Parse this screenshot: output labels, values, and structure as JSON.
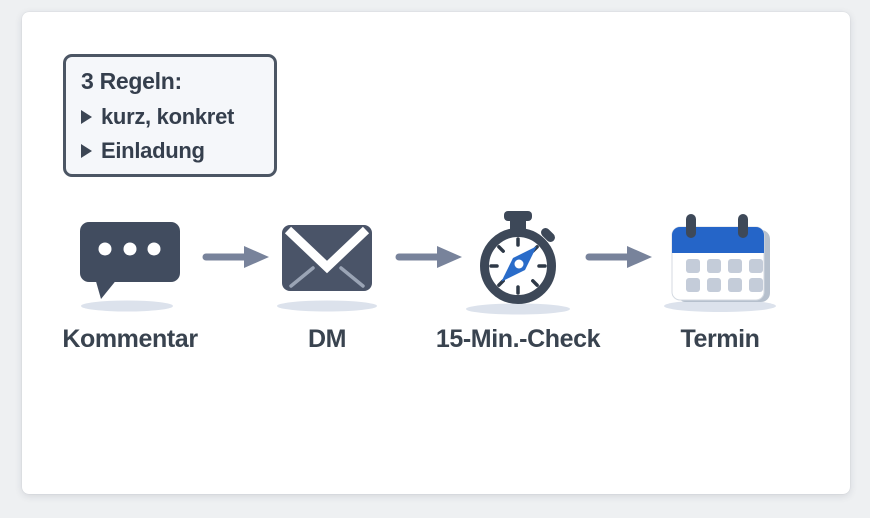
{
  "rules_box": {
    "title": "3 Regeln:",
    "items": [
      {
        "label": "kurz, konkret"
      },
      {
        "label": "Einladung"
      }
    ]
  },
  "flow": {
    "steps": [
      {
        "label": "Kommentar",
        "icon": "comment-icon"
      },
      {
        "label": "DM",
        "icon": "envelope-icon"
      },
      {
        "label": "15-Min.-Check",
        "icon": "stopwatch-icon"
      },
      {
        "label": "Termin",
        "icon": "calendar-icon"
      }
    ],
    "arrow_icon": "arrow-right-icon"
  },
  "colors": {
    "page_bg": "#eef0f2",
    "card_bg": "#ffffff",
    "slate_dark": "#414c5f",
    "text": "#39434f",
    "accent_blue": "#2565c8",
    "arrow_gray": "#78839b",
    "icon_shadow": "#dce2ec"
  }
}
